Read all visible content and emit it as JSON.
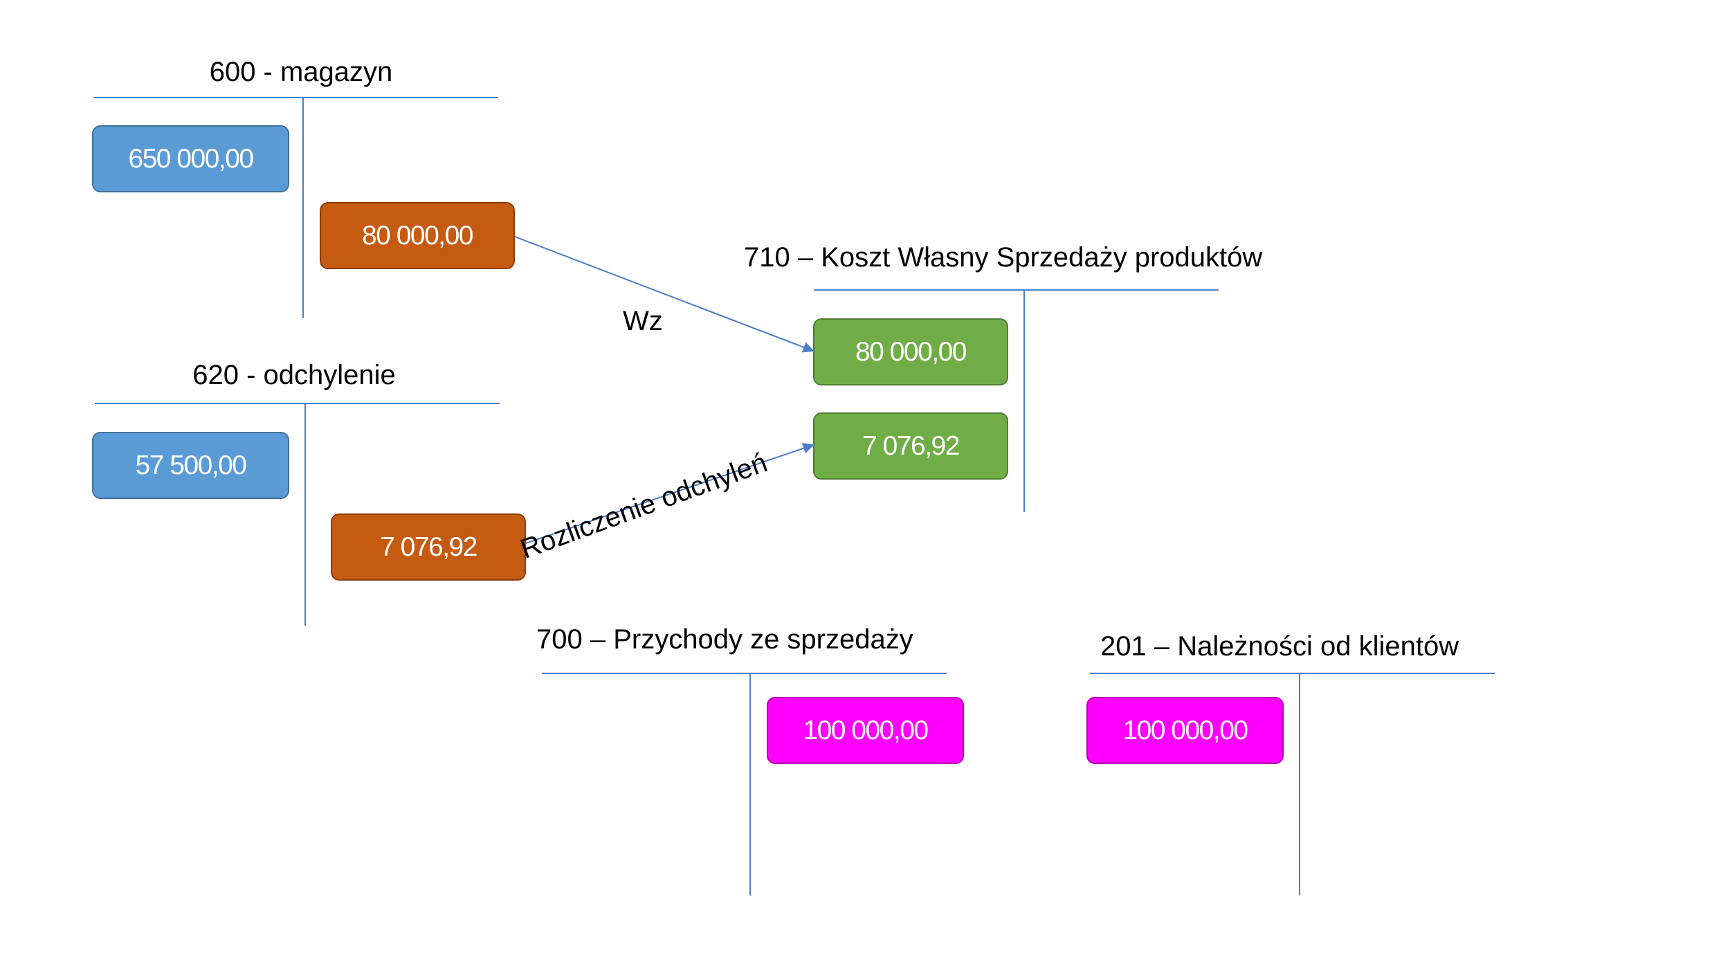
{
  "accounts": {
    "a600": {
      "title": "600  - magazyn",
      "debit": "650 000,00",
      "credit": "80 000,00"
    },
    "a620": {
      "title": "620  - odchylenie",
      "debit": "57 500,00",
      "credit": "7 076,92"
    },
    "a710": {
      "title": "710 – Koszt Własny Sprzedaży produktów",
      "debit_1": "80 000,00",
      "debit_2": "7 076,92"
    },
    "a700": {
      "title": "700 – Przychody ze sprzedaży",
      "credit": "100 000,00"
    },
    "a201": {
      "title": "201  – Należności od klientów",
      "debit": "100 000,00"
    }
  },
  "flows": {
    "wz": "Wz",
    "rozliczenie": "Rozliczenie odchyleń"
  },
  "colors": {
    "line": "#4a7ec8",
    "blue": "#5b9bd5",
    "orange": "#c55a11",
    "green": "#70ad47",
    "magenta": "#ff00ff"
  }
}
